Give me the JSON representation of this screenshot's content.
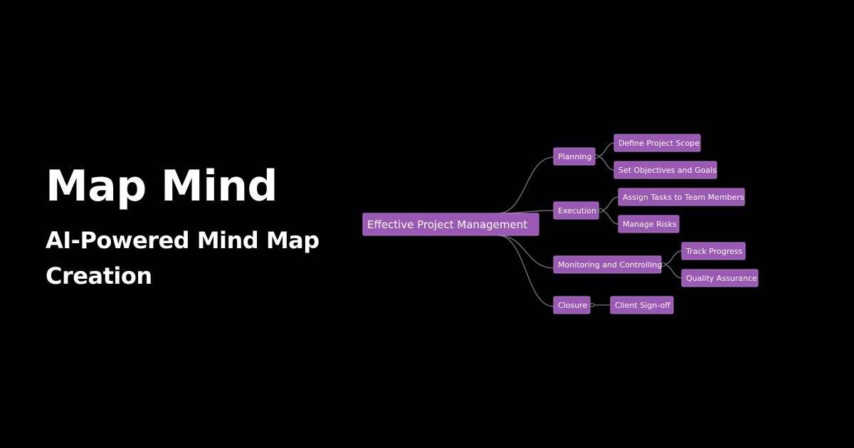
{
  "hero": {
    "title": "Map Mind",
    "subtitle": "AI-Powered Mind Map Creation"
  },
  "colors": {
    "background": "#000000",
    "node_fill": "#9b59b6",
    "node_border": "#b07cc6",
    "connector": "#7a7a7a",
    "text": "#ffffff"
  },
  "mindmap": {
    "root": "Effective Project Management",
    "branches": [
      {
        "label": "Planning",
        "children": [
          "Define Project Scope",
          "Set Objectives and Goals"
        ]
      },
      {
        "label": "Execution",
        "children": [
          "Assign Tasks to Team Members",
          "Manage Risks"
        ]
      },
      {
        "label": "Monitoring and Controlling",
        "children": [
          "Track Progress",
          "Quality Assurance"
        ]
      },
      {
        "label": "Closure",
        "children": [
          "Client Sign-off"
        ]
      }
    ]
  }
}
